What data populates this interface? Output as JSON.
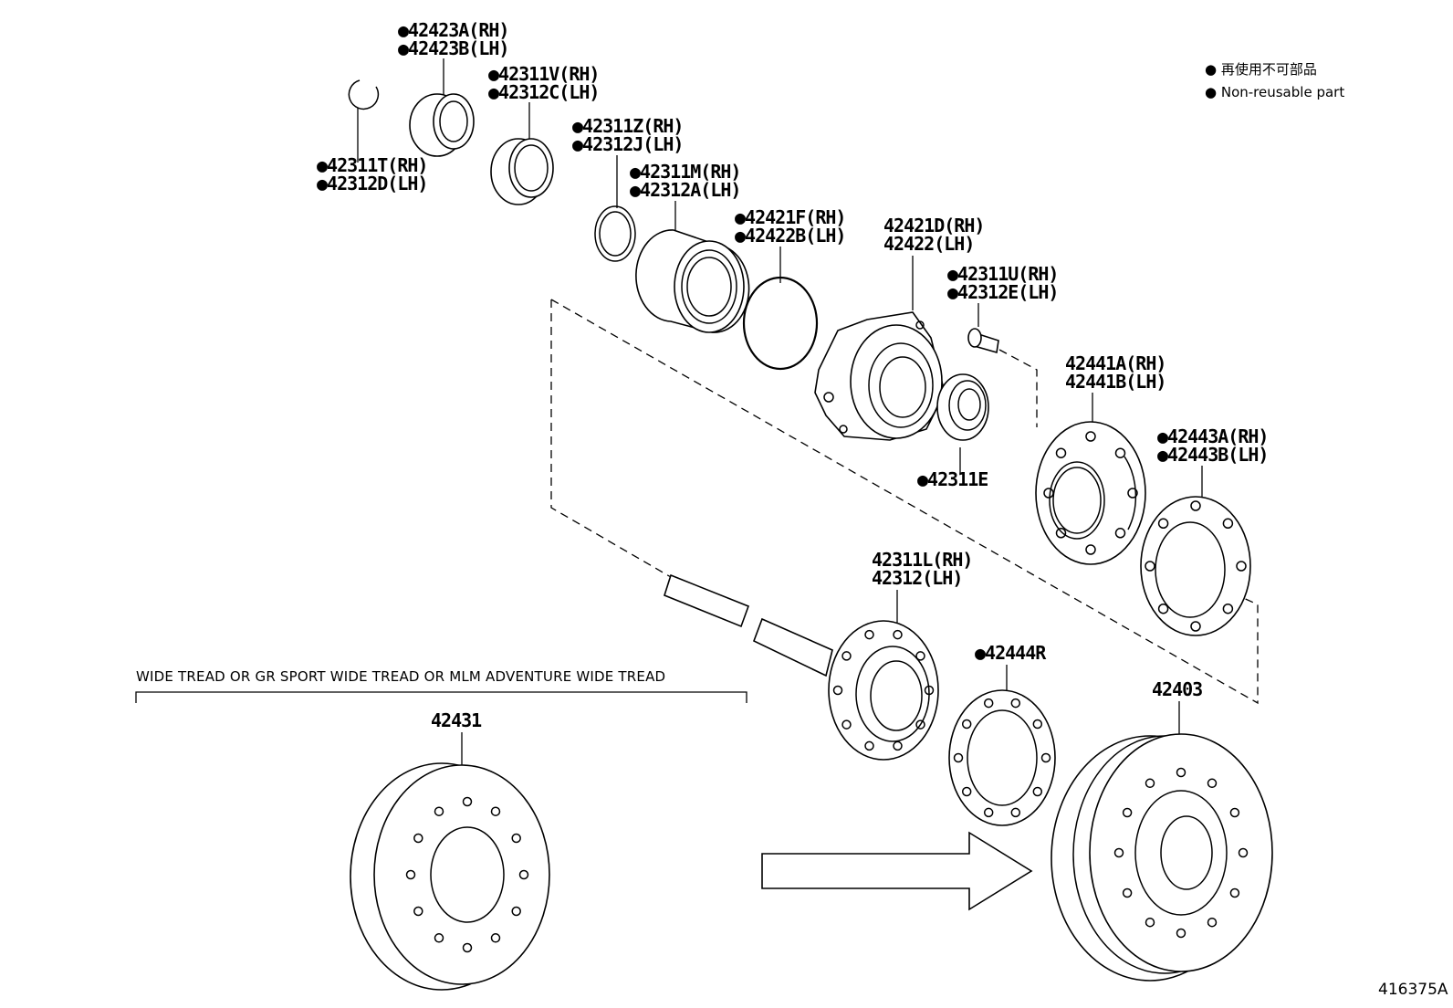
{
  "legend": {
    "line_jp": "● 再使用不可部品",
    "line_en": "● Non-reusable part"
  },
  "caption": "WIDE TREAD OR GR SPORT WIDE TREAD OR MLM ADVENTURE WIDE TREAD",
  "figure_id": "416375A",
  "labels": {
    "p42423": [
      "●42423A(RH)",
      "●42423B(LH)"
    ],
    "p42311V": [
      "●42311V(RH)",
      "●42312C(LH)"
    ],
    "p42311T": [
      "●42311T(RH)",
      "●42312D(LH)"
    ],
    "p42311Z": [
      "●42311Z(RH)",
      "●42312J(LH)"
    ],
    "p42311M": [
      "●42311M(RH)",
      "●42312A(LH)"
    ],
    "p42421F": [
      "●42421F(RH)",
      "●42422B(LH)"
    ],
    "p42421D": [
      "42421D(RH)",
      "42422(LH)"
    ],
    "p42311U": [
      "●42311U(RH)",
      "●42312E(LH)"
    ],
    "p42441": [
      "42441A(RH)",
      "42441B(LH)"
    ],
    "p42443": [
      "●42443A(RH)",
      "●42443B(LH)"
    ],
    "p42311E": "●42311E",
    "p42311L": [
      "42311L(RH)",
      "42312(LH)"
    ],
    "p42444R": "●42444R",
    "p42403": "42403",
    "p42431": "42431"
  }
}
